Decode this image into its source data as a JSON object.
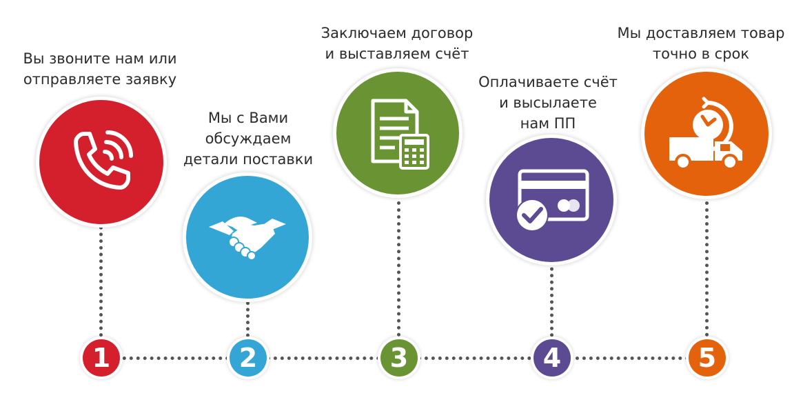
{
  "steps": [
    {
      "number": "1",
      "lines": [
        "Вы звоните нам или",
        "отправляете заявку"
      ],
      "color": "#d4202d",
      "icon": "phone-icon"
    },
    {
      "number": "2",
      "lines": [
        "Мы с Вами",
        "обсуждаем",
        "детали поставки"
      ],
      "color": "#33a6d6",
      "icon": "handshake-icon"
    },
    {
      "number": "3",
      "lines": [
        "Заключаем договор",
        "и выставляем счёт"
      ],
      "color": "#6a9433",
      "icon": "contract-calculator-icon"
    },
    {
      "number": "4",
      "lines": [
        "Оплачиваете счёт",
        "и высылаете",
        "нам ПП"
      ],
      "color": "#5c4a93",
      "icon": "credit-card-check-icon"
    },
    {
      "number": "5",
      "lines": [
        "Мы доставляем товар",
        "точно в срок"
      ],
      "color": "#e4620c",
      "icon": "delivery-truck-clock-icon"
    }
  ]
}
